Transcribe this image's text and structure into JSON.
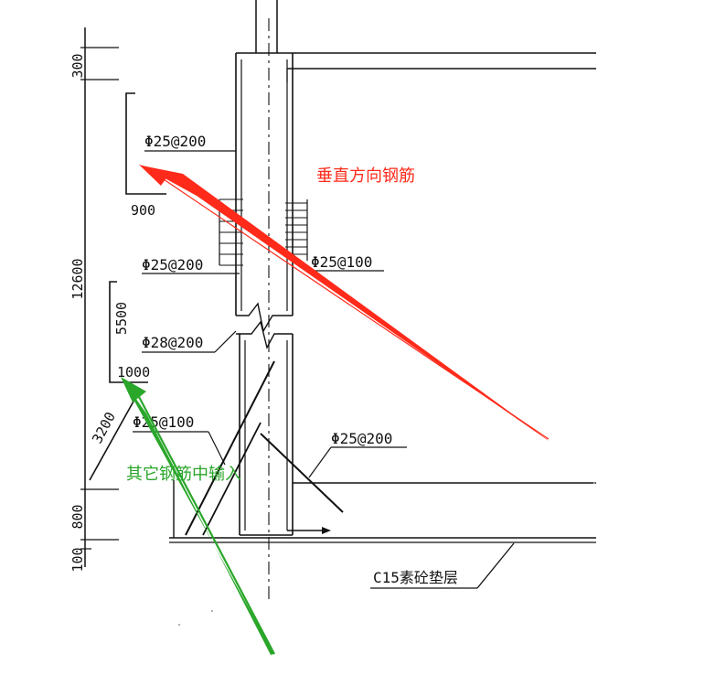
{
  "dimensions": [
    "300",
    "12600",
    "3200",
    "800",
    "100"
  ],
  "bar_lengths": [
    "900",
    "5500",
    "1000"
  ],
  "rebar_labels": [
    "Φ25@200",
    "Φ25@200",
    "Φ25@100",
    "Φ28@200",
    "Φ25@100",
    "Φ25@200"
  ],
  "foundation_label": "C15素砼垫层",
  "annotations": {
    "vertical_rebar": "垂直方向钢筋",
    "other_rebar": "其它钢筋中输入"
  },
  "colors": {
    "red_arrow": "#ff2a1a",
    "green_arrow": "#2aa62a",
    "ink": "#111111"
  }
}
